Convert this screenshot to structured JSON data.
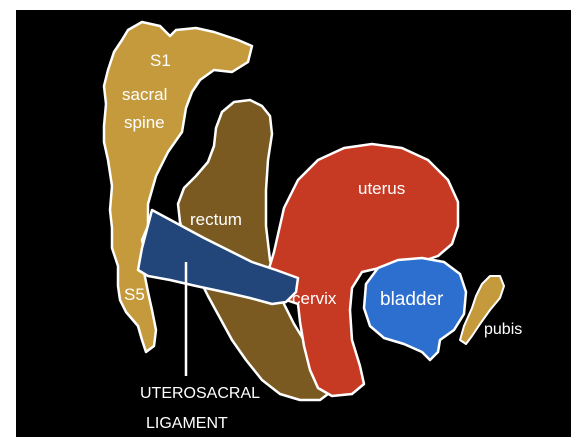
{
  "labels": {
    "s1": "S1",
    "sacral": "sacral",
    "spine": "spine",
    "s5": "S5",
    "rectum": "rectum",
    "uterus": "uterus",
    "cervix": "cervix",
    "bladder": "bladder",
    "pubis": "pubis",
    "ligament_line1": "UTEROSACRAL",
    "ligament_line2": "LIGAMENT"
  },
  "colors": {
    "background": "#000000",
    "outline": "#ffffff",
    "sacrum": "#c49a3c",
    "rectum": "#7a5a20",
    "ligament": "#22467a",
    "uterus": "#c63a24",
    "bladder": "#2d6fcf",
    "pubis": "#c49a3c",
    "text": "#ffffff"
  }
}
